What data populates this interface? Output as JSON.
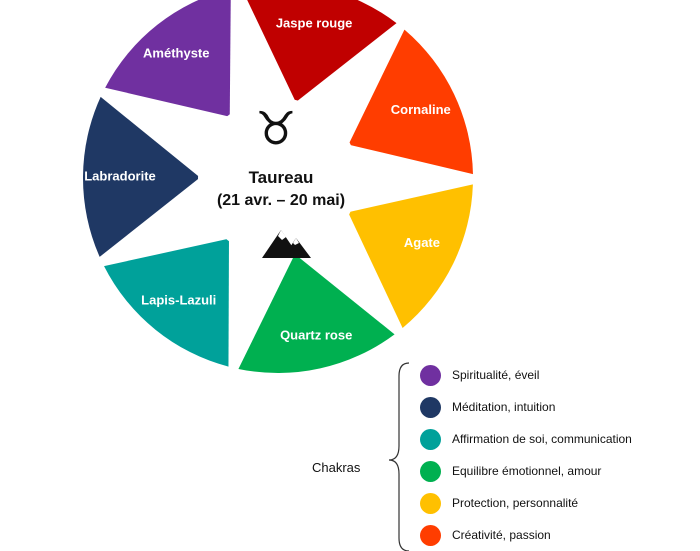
{
  "sign": {
    "name": "Taureau",
    "dates": "(21 avr. – 20 mai)",
    "symbol": "♉",
    "symbol_icon": "taurus-icon",
    "element_icon": "mountain-icon"
  },
  "segments": [
    {
      "stone": "Jaspe rouge",
      "color": "#C00000"
    },
    {
      "stone": "Cornaline",
      "color": "#FF3D00"
    },
    {
      "stone": "Agate",
      "color": "#FFC000"
    },
    {
      "stone": "Quartz rose",
      "color": "#00B050"
    },
    {
      "stone": "Lapis-Lazuli",
      "color": "#00A19A"
    },
    {
      "stone": "Labradorite",
      "color": "#1F3864"
    },
    {
      "stone": "Améthyste",
      "color": "#7030A0"
    }
  ],
  "legend": {
    "title": "Chakras",
    "items": [
      {
        "label": "Spiritualité, éveil",
        "color": "#7030A0"
      },
      {
        "label": "Méditation, intuition",
        "color": "#1F3864"
      },
      {
        "label": "Affirmation de soi, communication",
        "color": "#00A19A"
      },
      {
        "label": "Equilibre émotionnel, amour",
        "color": "#00B050"
      },
      {
        "label": "Protection, personnalité",
        "color": "#FFC000"
      },
      {
        "label": "Créativité, passion",
        "color": "#FF3D00"
      }
    ]
  }
}
